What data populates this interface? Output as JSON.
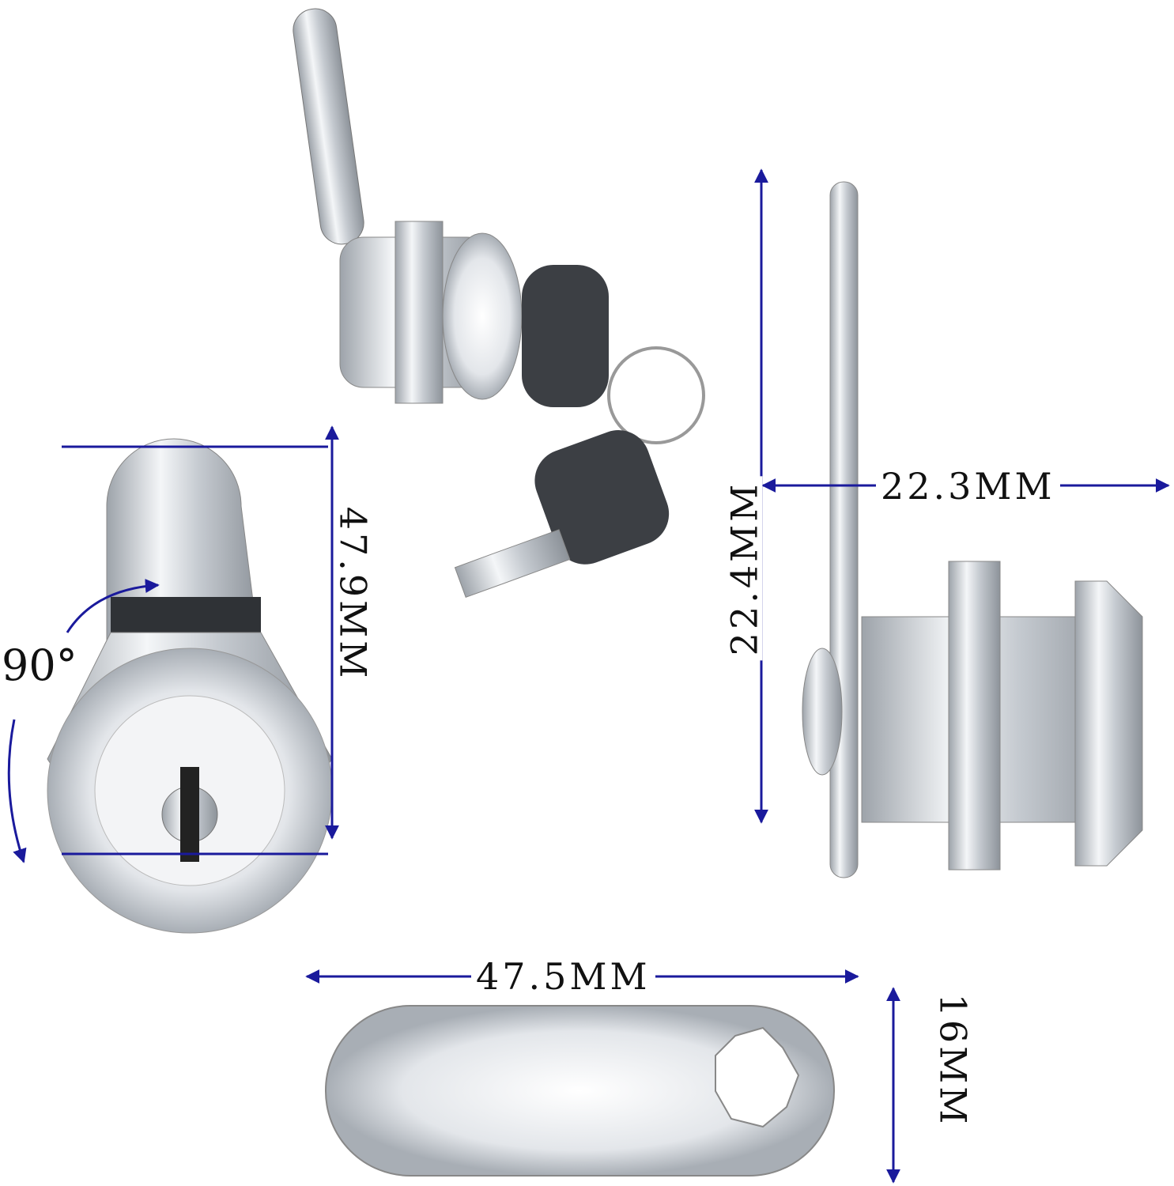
{
  "dimensions": {
    "lock_height": "47.9MM",
    "side_height": "22.4MM",
    "side_width": "22.3MM",
    "cam_length": "47.5MM",
    "cam_width": "16MM",
    "rotation": "90°"
  },
  "colors": {
    "dimension_line": "#1a1a9c",
    "metal": "#c8ccd2",
    "key_head": "#3c3f44"
  }
}
